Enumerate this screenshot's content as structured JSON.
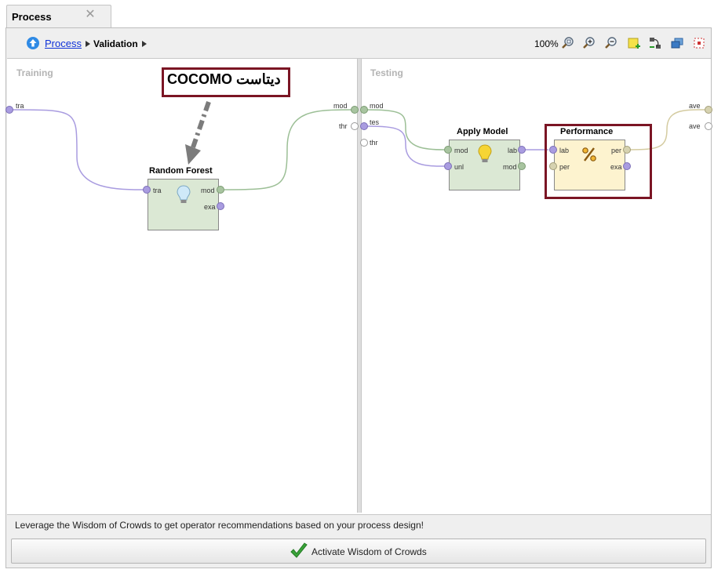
{
  "tab": {
    "title": "Process"
  },
  "breadcrumb": {
    "process": "Process",
    "validation": "Validation"
  },
  "toolbar": {
    "zoom": "100%"
  },
  "canvas": {
    "training_label": "Training",
    "testing_label": "Testing",
    "annotation": "COCOMO دیتاست"
  },
  "training": {
    "in_port": "tra",
    "out_mod": "mod",
    "out_thr": "thr"
  },
  "random_forest": {
    "title": "Random Forest",
    "in": "tra",
    "out_mod": "mod",
    "out_exa": "exa"
  },
  "testing": {
    "in_mod": "mod",
    "in_tes": "tes",
    "in_thr": "thr",
    "out_ave1": "ave",
    "out_ave2": "ave"
  },
  "apply_model": {
    "title": "Apply Model",
    "in_mod": "mod",
    "in_unl": "unl",
    "out_lab": "lab",
    "out_mod": "mod"
  },
  "performance": {
    "title": "Performance",
    "in_lab": "lab",
    "in_per": "per",
    "out_per": "per",
    "out_exa": "exa"
  },
  "wisdom": {
    "message": "Leverage the Wisdom of Crowds to get operator recommendations based on your process design!",
    "button_label": "Activate Wisdom of Crowds"
  },
  "colors": {
    "annotation_border": "#7b1524",
    "link_blue": "#1033d8",
    "wire_purple": "#a99ce0",
    "wire_green": "#9cbf96",
    "wire_olive": "#d4cba0"
  }
}
